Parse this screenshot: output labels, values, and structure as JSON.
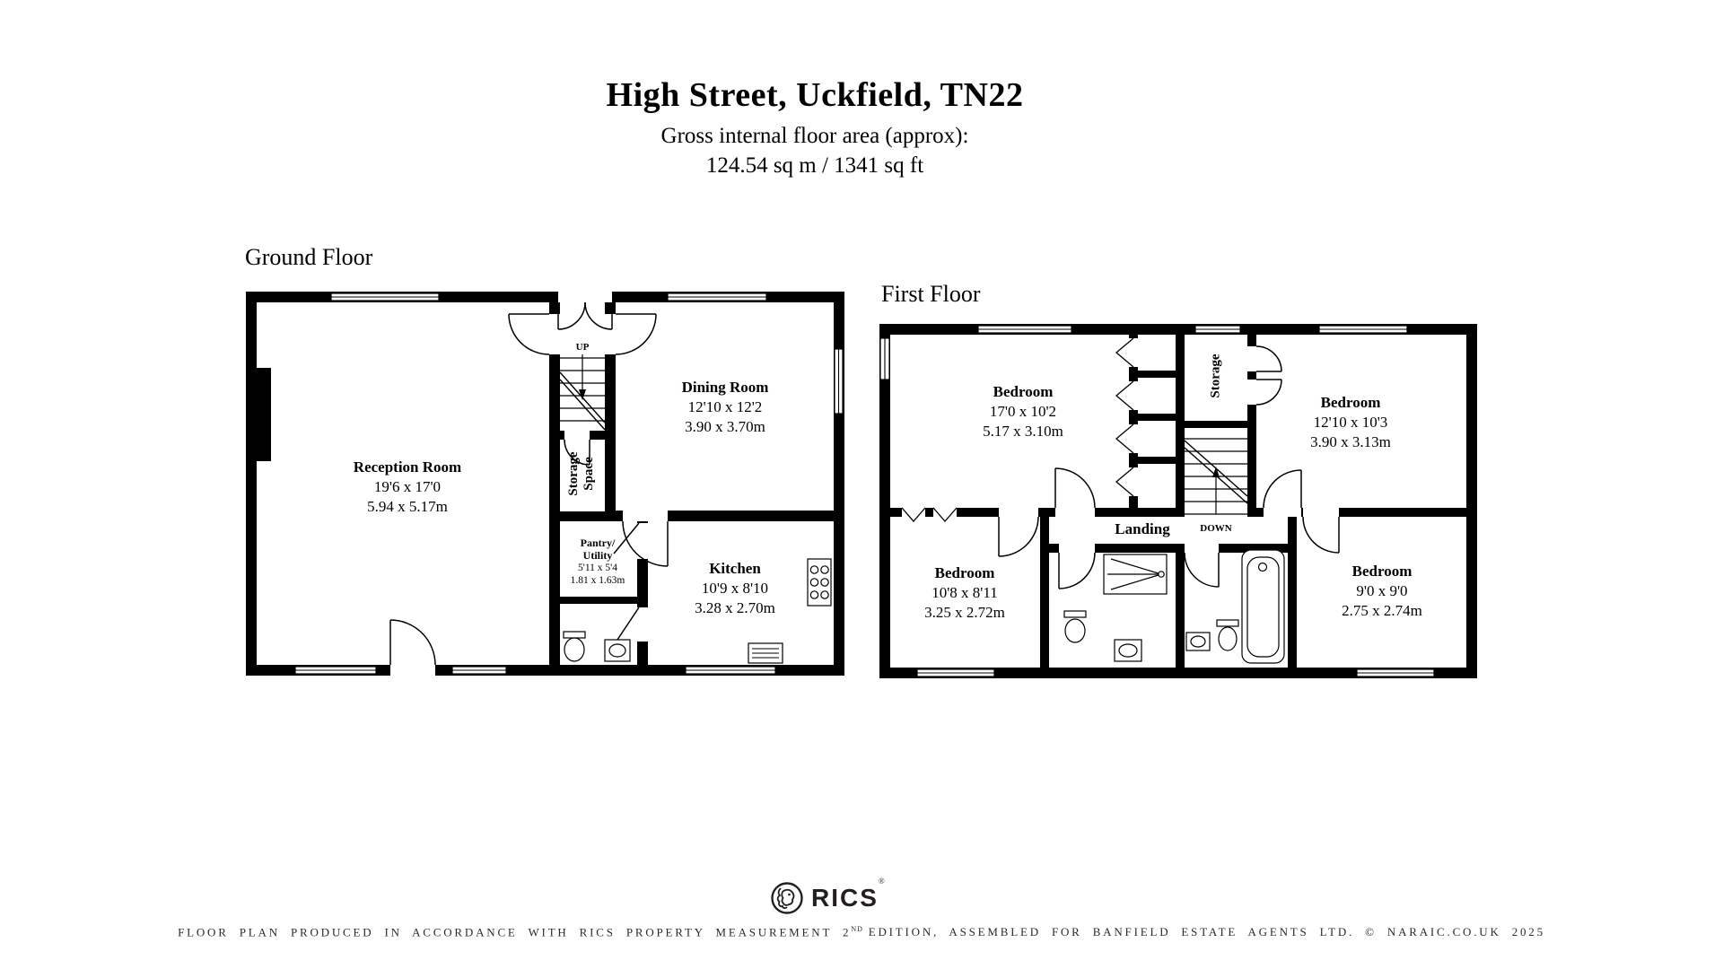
{
  "header": {
    "title": "High Street, Uckfield, TN22",
    "subtitle": "Gross internal floor area (approx):",
    "area": "124.54 sq m / 1341 sq ft"
  },
  "ground_floor": {
    "label": "Ground Floor",
    "reception": {
      "name": "Reception Room",
      "imperial": "19'6 x 17'0",
      "metric": "5.94 x 5.17m"
    },
    "dining": {
      "name": "Dining Room",
      "imperial": "12'10 x 12'2",
      "metric": "3.90 x 3.70m"
    },
    "kitchen": {
      "name": "Kitchen",
      "imperial": "10'9 x 8'10",
      "metric": "3.28 x 2.70m"
    },
    "pantry": {
      "name_line1": "Pantry/",
      "name_line2": "Utility",
      "imperial": "5'11 x 5'4",
      "metric": "1.81 x 1.63m"
    },
    "storage": {
      "line1": "Storage",
      "line2": "Space"
    },
    "stairs": {
      "label": "UP"
    }
  },
  "first_floor": {
    "label": "First Floor",
    "bedroom_1": {
      "name": "Bedroom",
      "imperial": "17'0 x 10'2",
      "metric": "5.17 x 3.10m"
    },
    "bedroom_2": {
      "name": "Bedroom",
      "imperial": "12'10 x 10'3",
      "metric": "3.90 x 3.13m"
    },
    "bedroom_3": {
      "name": "Bedroom",
      "imperial": "10'8 x 8'11",
      "metric": "3.25 x 2.72m"
    },
    "bedroom_4": {
      "name": "Bedroom",
      "imperial": "9'0 x 9'0",
      "metric": "2.75 x 2.74m"
    },
    "storage": {
      "label": "Storage"
    },
    "landing": {
      "label": "Landing"
    },
    "stairs": {
      "label": "DOWN"
    }
  },
  "footer": {
    "rics": "RICS",
    "rics_mark": "®",
    "disclaimer_1": "FLOOR PLAN PRODUCED IN ACCORDANCE WITH RICS PROPERTY MEASUREMENT 2",
    "disclaimer_sup": "ND",
    "disclaimer_2": "EDITION, ASSEMBLED FOR BANFIELD ESTATE AGENTS LTD. © NARAIC.CO.UK 2025"
  },
  "colors": {
    "wall": "#000000",
    "background": "#ffffff",
    "text": "#000000"
  }
}
